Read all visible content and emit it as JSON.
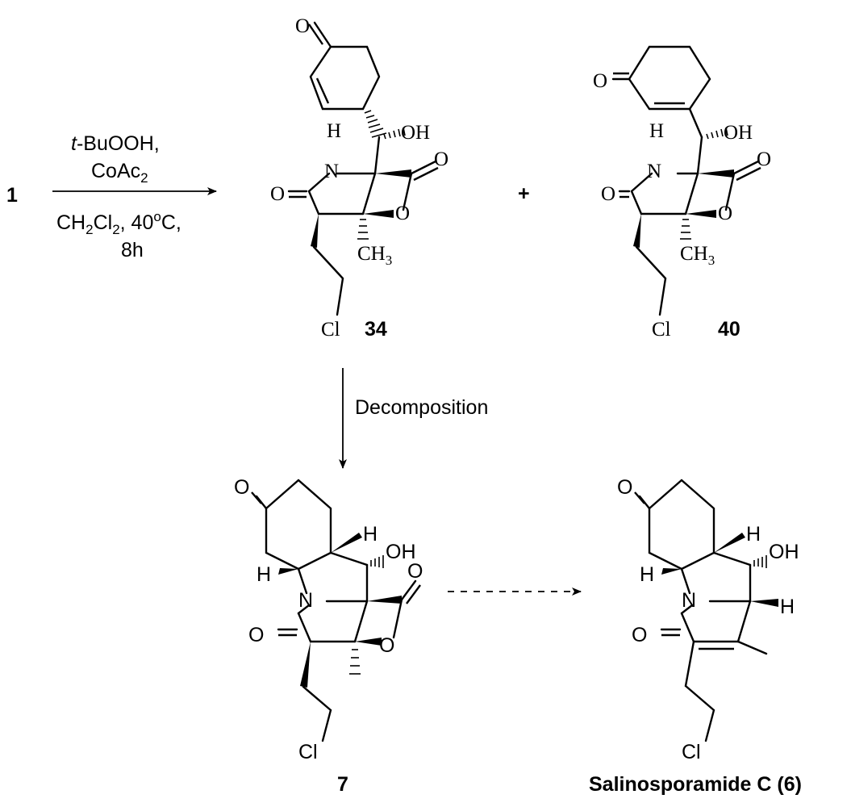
{
  "reactant": {
    "label": "1"
  },
  "conditions": {
    "reagent_1_italic": "t",
    "reagent_1_rest": "-BuOOH,",
    "reagent_2_main": "CoAc",
    "reagent_2_sub": "2",
    "solvent_a": "CH",
    "solvent_sub_a": "2",
    "solvent_b": "Cl",
    "solvent_sub_b": "2",
    "solvent_c": ", 40",
    "solvent_sup": "o",
    "solvent_d": "C,",
    "time": "8h"
  },
  "plus_sign": "+",
  "decomposition_label": "Decomposition",
  "compounds": {
    "c34": {
      "label": "34"
    },
    "c40": {
      "label": "40"
    },
    "c7": {
      "label": "7"
    },
    "c6": {
      "label": "Salinosporamide C (6)"
    }
  },
  "atoms": {
    "O": "O",
    "N": "N",
    "H": "H",
    "OH": "OH",
    "Cl": "Cl",
    "CH3_main": "CH",
    "CH3_sub": "3"
  }
}
